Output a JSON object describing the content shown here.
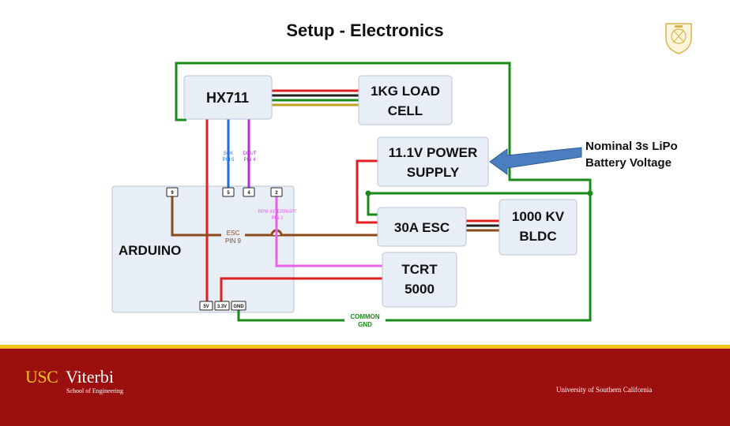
{
  "title": "Setup - Electronics",
  "boxes": {
    "hx711": "HX711",
    "load_cell_1": "1KG LOAD",
    "load_cell_2": "CELL",
    "power_1": "11.1V POWER",
    "power_2": "SUPPLY",
    "esc": "30A ESC",
    "bldc_1": "1000 KV",
    "bldc_2": "BLDC",
    "tcrt_1": "TCRT",
    "tcrt_2": "5000",
    "arduino": "ARDUINO"
  },
  "pins": {
    "p9": "9",
    "p5": "5",
    "p4": "4",
    "p2": "2",
    "v5": "5V",
    "v33": "3.3V",
    "gnd": "GND"
  },
  "labels": {
    "sck_1": "SCK",
    "sck_2": "PIN 5",
    "dout_1": "DOUT",
    "dout_2": "PIN 4",
    "rpm_1": "RPM INTERRUPT",
    "rpm_2": "PIN 2",
    "esc_pin_1": "ESC",
    "esc_pin_2": "PIN 9",
    "common_1": "COMMON",
    "common_2": "GND"
  },
  "annotation": {
    "line1": "Nominal 3s LiPo",
    "line2": "Battery Voltage"
  },
  "footer": {
    "usc": "USC",
    "viterbi": "Viterbi",
    "school": "School of Engineering",
    "university": "University of Southern California"
  },
  "colors": {
    "red_wire": "#e02020",
    "black_wire": "#222222",
    "green_wire": "#1a8a1a",
    "brown_wire": "#8b4a1a",
    "sck_wire": "#1f6fd6",
    "dout_wire": "#b030d8",
    "rpm_wire": "#e860e8",
    "box_fill": "#e8eef6",
    "arrow": "#4a7ec0",
    "footer_bg": "#9b0f0f",
    "footer_gold": "#f0c419"
  }
}
